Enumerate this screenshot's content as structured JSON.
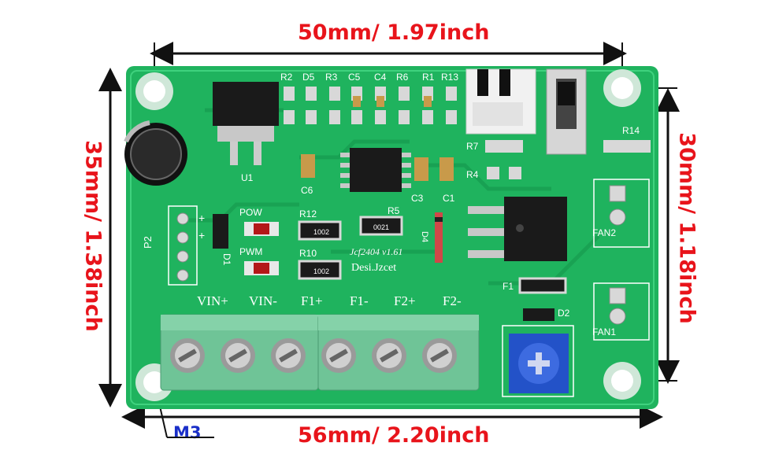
{
  "dimensions": {
    "top_width": "50mm/ 1.97inch",
    "bottom_width": "56mm/ 2.20inch",
    "left_height": "35mm/ 1.38inch",
    "right_height": "30mm/ 1.18inch",
    "hole_label": "M3"
  },
  "board": {
    "terminal_labels": [
      "VIN+",
      "VIN-",
      "F1+",
      "F1-",
      "F2+",
      "F2-"
    ],
    "chip_marking": "Jcf2404 v1.61",
    "maker_marking": "Desi.Jzcet",
    "fan_labels": [
      "FAN2",
      "FAN1"
    ],
    "led_labels": [
      "POW",
      "PWM"
    ],
    "component_labels": {
      "top_row": [
        "R2",
        "D5",
        "R3",
        "C5",
        "C4",
        "R6",
        "R1",
        "R13"
      ],
      "r12": "R12",
      "r10": "R10",
      "r5": "R5",
      "c6": "C6",
      "c3": "C3",
      "c1": "C1",
      "r7": "R7",
      "r4": "R4",
      "r14": "R14",
      "u1": "U1",
      "p2": "P2",
      "d1": "D1",
      "d4": "D4",
      "f1": "F1",
      "d2": "D2",
      "res_code_1": "0021",
      "res_code_2": "1002",
      "pin_plus": "+",
      "pin_minus": "-"
    }
  }
}
